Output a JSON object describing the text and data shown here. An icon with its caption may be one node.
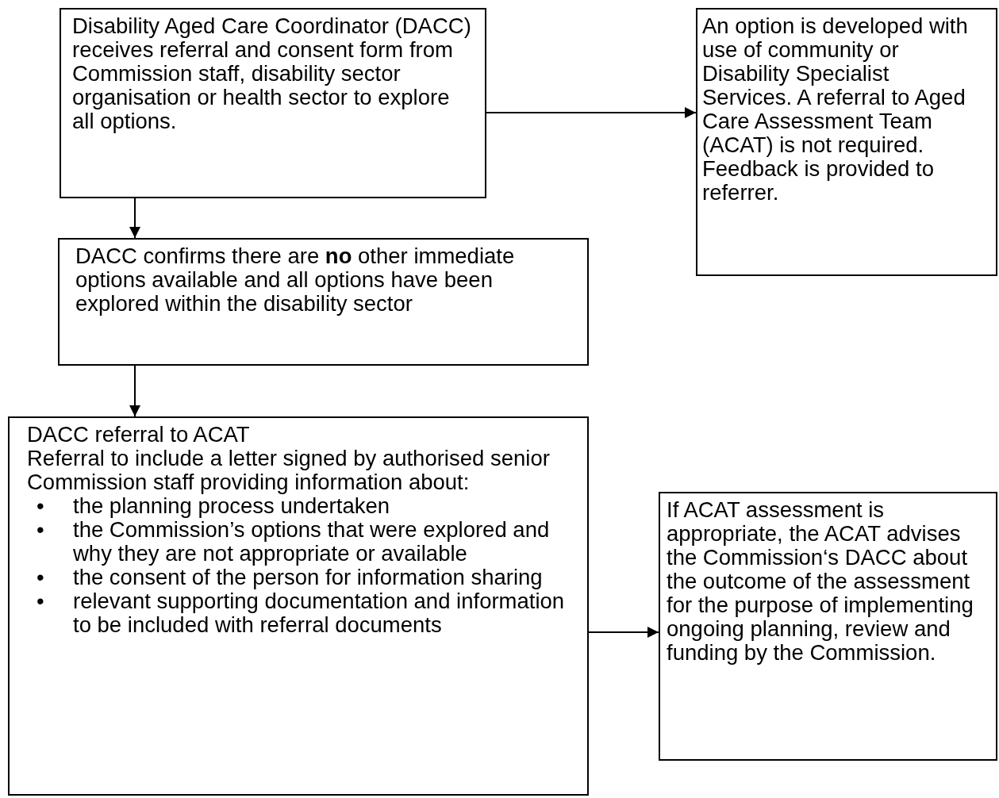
{
  "diagram": {
    "nodes": [
      {
        "text": [
          "Disability Aged Care Coordinator (DACC) receives referral and consent form from Commission staff, disability sector organisation or health sector to explore all options."
        ]
      },
      {
        "text": [
          "An option is developed with use of community or Disability Specialist Services.  A referral to Aged Care Assessment Team (ACAT) is not required. Feedback is provided to referrer."
        ]
      },
      {
        "text": [
          "DACC confirms there are **no** other immediate options available and all options have been explored within the disability sector"
        ]
      },
      {
        "text": [
          "DACC referral to ACAT",
          "Referral to include a letter signed by authorised senior Commission staff providing information about:",
          "•",
          "the planning process undertaken",
          "•",
          "the Commission’s options that were explored and why they are not appropriate or available",
          "•",
          "the consent of the person for information sharing",
          "•",
          "relevant supporting documentation and information to be included with referral documents"
        ]
      },
      {
        "text": [
          "If ACAT assessment is appropriate, the ACAT advises the Commission‘s DACC about the outcome of the assessment for the purpose of implementing ongoing planning, review and funding by the Commission."
        ]
      }
    ],
    "edges": [
      {
        "from": 0,
        "to": 1,
        "arrow": "to"
      },
      {
        "from": 0,
        "to": 2,
        "arrow": "to"
      },
      {
        "from": 2,
        "to": 3,
        "arrow": "to"
      },
      {
        "from": 3,
        "to": 4,
        "arrow": "to"
      }
    ]
  }
}
